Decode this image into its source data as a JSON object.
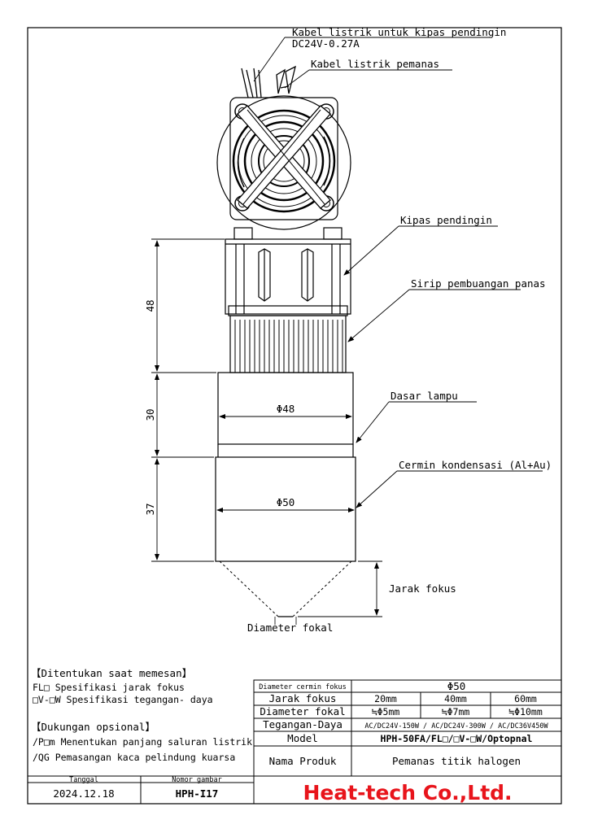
{
  "labels": {
    "fan_cable": "Kabel listrik untuk kipas pendingin",
    "fan_power": "DC24V-0.27A",
    "heater_cable": "Kabel listrik pemanas",
    "fan": "Kipas pendingin",
    "fins": "Sirip pembuangan panas",
    "lamp_base": "Dasar lampu",
    "mirror": "Cermin kondensasi (Al+Au)",
    "focal_distance": "Jarak fokus",
    "focal_diameter": "Diameter fokal"
  },
  "dimensions": {
    "fin_height": "48",
    "base_height": "30",
    "mirror_height": "37",
    "base_diameter": "Φ48",
    "mirror_diameter": "Φ50"
  },
  "notes": {
    "order_title": "【Ditentukan saat memesan】",
    "order_line1": "FL□ Spesifikasi jarak fokus",
    "order_line2": "□V-□W Spesifikasi tegangan- daya",
    "option_title": "【Dukungan opsional】",
    "option_line1": "/P□m Menentukan panjang saluran listrik",
    "option_line2": "/QG Pemasangan kaca pelindung kuarsa"
  },
  "spec_table": {
    "mirror_diameter_label": "Diameter cermin fokus",
    "mirror_diameter_value": "Φ50",
    "focal_distance_label": "Jarak fokus",
    "focal_distances": [
      "20mm",
      "40mm",
      "60mm"
    ],
    "focal_diameter_label": "Diameter fokal",
    "focal_diameters": [
      "≒Φ5mm",
      "≒Φ7mm",
      "≒Φ10mm"
    ],
    "voltage_power_label": "Tegangan-Daya",
    "voltage_power_value": "AC/DC24V-150W / AC/DC24V-300W / AC/DC36V450W",
    "model_label": "Model",
    "model_value": "HPH-50FA/FL□/□V-□W/Optopnal",
    "product_label": "Nama Produk",
    "product_value": "Pemanas titik halogen"
  },
  "footer": {
    "date_label": "Tanggal",
    "date_value": "2024.12.18",
    "drawing_number_label": "Nomor gambar",
    "drawing_number_value": "HPH-I17",
    "company": "Heat-tech Co.,Ltd."
  }
}
